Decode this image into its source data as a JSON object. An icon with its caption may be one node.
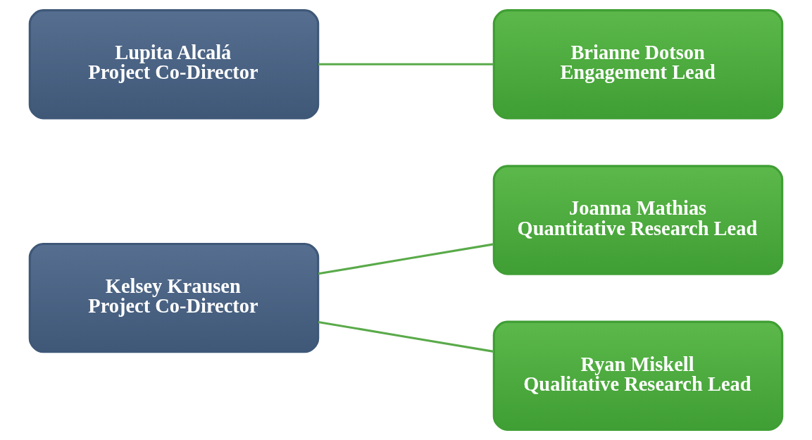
{
  "diagram": {
    "nodes": [
      {
        "text": [
          "Kelsey Krausen",
          "Project Co-Director"
        ]
      },
      {
        "text": [
          "Joanna Mathias",
          "Quantitative Research Lead"
        ]
      },
      {
        "text": [
          "Ryan Miskell",
          "Qualitative Research Lead"
        ]
      },
      {
        "text": [
          "Lupita Alcalá",
          "Project Co-Director"
        ]
      },
      {
        "text": [
          "Brianne Dotson",
          "Engagement Lead"
        ]
      }
    ],
    "edges": [
      {
        "from": 0,
        "to": 1,
        "arrow": "none"
      },
      {
        "from": 0,
        "to": 2,
        "arrow": "none"
      },
      {
        "from": 3,
        "to": 4,
        "arrow": "none"
      }
    ]
  }
}
